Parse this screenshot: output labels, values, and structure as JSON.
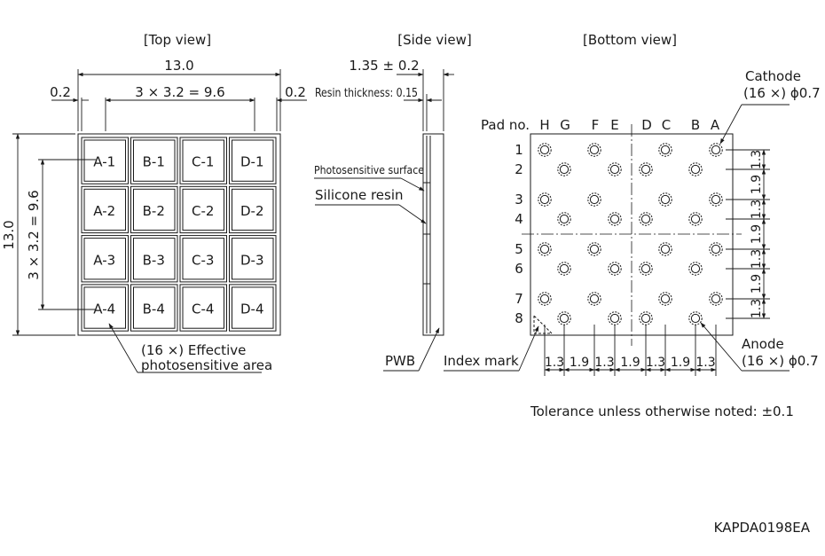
{
  "views": {
    "top_title": "[Top view]",
    "side_title": "[Side view]",
    "bottom_title": "[Bottom view]"
  },
  "top_view": {
    "overall_width": "13.0",
    "margin_left": "0.2",
    "margin_right": "0.2",
    "pitch_horizontal": "3 × 3.2 = 9.6",
    "overall_height": "13.0",
    "pitch_vertical": "3 × 3.2 = 9.6",
    "elements": [
      [
        "A-1",
        "B-1",
        "C-1",
        "D-1"
      ],
      [
        "A-2",
        "B-2",
        "C-2",
        "D-2"
      ],
      [
        "A-3",
        "B-3",
        "C-3",
        "D-3"
      ],
      [
        "A-4",
        "B-4",
        "C-4",
        "D-4"
      ]
    ],
    "effective_area_label_1": "(16 ×) Effective",
    "effective_area_label_2": "photosensitive area"
  },
  "side_view": {
    "thickness": "1.35 ± 0.2",
    "resin_thickness": "Resin thickness: 0.15",
    "photosensitive_surface": "Photosensitive surface",
    "silicone_resin": "Silicone resin",
    "pwb": "PWB"
  },
  "bottom_view": {
    "pad_no_label": "Pad no.",
    "column_letters": [
      "H",
      "G",
      "F",
      "E",
      "D",
      "C",
      "B",
      "A"
    ],
    "row_numbers": [
      "1",
      "2",
      "3",
      "4",
      "5",
      "6",
      "7",
      "8"
    ],
    "cathode_label": "Cathode",
    "cathode_spec": "(16 ×) ϕ0.7",
    "anode_label": "Anode",
    "anode_spec": "(16 ×) ϕ0.7",
    "index_mark": "Index mark",
    "bottom_dims": [
      "1.3",
      "1.9",
      "1.3",
      "1.9",
      "1.3",
      "1.9",
      "1.3"
    ],
    "right_dims": [
      "1.3",
      "1.9",
      "1.3",
      "1.9",
      "1.3",
      "1.9",
      "1.3"
    ]
  },
  "notes": {
    "tolerance": "Tolerance unless otherwise noted: ±0.1",
    "drawing_number": "KAPDA0198EA"
  }
}
